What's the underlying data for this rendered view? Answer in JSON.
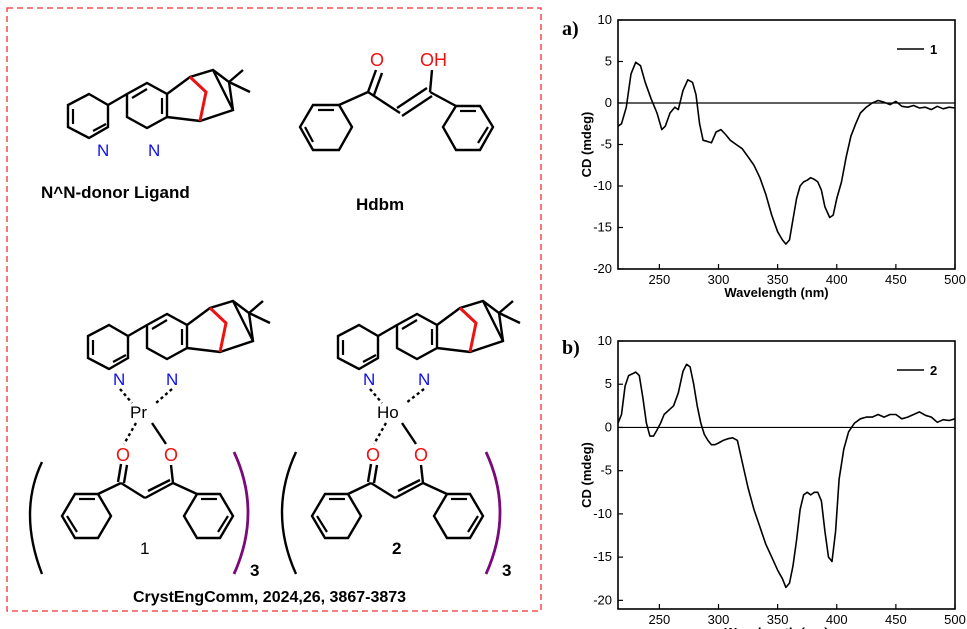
{
  "scheme": {
    "ligand_label": "N^N-donor Ligand",
    "hdbm_label": "Hdbm",
    "hdbm_atoms": {
      "carbonyl_o": "O",
      "enol_oh": "OH"
    },
    "complex_1": {
      "metal": "Pr",
      "label": "1",
      "subscript": "3"
    },
    "complex_2": {
      "metal": "Ho",
      "label": "2",
      "subscript": "3"
    },
    "atom_labels": {
      "nitrogen": "N",
      "oxygen": "O"
    },
    "citation": "CrystEngComm, 2024,26, 3867-3873",
    "colors": {
      "nitrogen": "#1010ee",
      "oxygen": "#ee1111",
      "bridge": "#ee1111",
      "bracket": "#7a0a7a",
      "border": "#ee3333"
    }
  },
  "chart_data": [
    {
      "type": "line",
      "panel_label": "a)",
      "legend_position": "top-right",
      "xlabel": "Wavelength (nm)",
      "ylabel": "CD (mdeg)",
      "xlim": [
        215,
        500
      ],
      "ylim": [
        -20,
        10
      ],
      "xticks": [
        250,
        300,
        350,
        400,
        450,
        500
      ],
      "yticks": [
        10,
        5,
        0,
        -5,
        -10,
        -15,
        -20
      ],
      "grid": false,
      "series": [
        {
          "name": "1",
          "x": [
            215,
            218,
            222,
            226,
            230,
            234,
            238,
            243,
            248,
            252,
            255,
            259,
            263,
            266,
            270,
            274,
            278,
            281,
            284,
            287,
            290,
            294,
            298,
            302,
            306,
            310,
            315,
            320,
            325,
            330,
            335,
            340,
            345,
            350,
            354,
            357,
            360,
            363,
            366,
            369,
            372,
            375,
            378,
            381,
            384,
            387,
            390,
            394,
            397,
            400,
            404,
            408,
            412,
            416,
            420,
            425,
            430,
            435,
            440,
            445,
            450,
            455,
            460,
            465,
            470,
            475,
            480,
            485,
            490,
            495,
            500
          ],
          "y": [
            -2.8,
            -2.5,
            -0.5,
            3.5,
            4.9,
            4.5,
            2.5,
            0.5,
            -1.2,
            -3.2,
            -2.8,
            -1.2,
            -0.5,
            -0.8,
            1.5,
            2.8,
            2.5,
            1.0,
            -2.5,
            -4.5,
            -4.6,
            -4.8,
            -3.5,
            -3.2,
            -3.8,
            -4.5,
            -5.0,
            -5.5,
            -6.5,
            -7.5,
            -9.0,
            -11.0,
            -13.5,
            -15.5,
            -16.5,
            -17.0,
            -16.5,
            -14.0,
            -11.5,
            -10.0,
            -9.5,
            -9.3,
            -9.0,
            -9.2,
            -9.5,
            -10.5,
            -12.5,
            -13.8,
            -13.5,
            -11.5,
            -9.5,
            -6.5,
            -4.0,
            -2.5,
            -1.2,
            -0.5,
            0.0,
            0.3,
            0.1,
            -0.2,
            0.2,
            -0.4,
            -0.5,
            -0.3,
            -0.6,
            -0.5,
            -0.8,
            -0.4,
            -0.7,
            -0.5,
            -0.6
          ]
        }
      ]
    },
    {
      "type": "line",
      "panel_label": "b)",
      "legend_position": "top-right",
      "xlabel": "Wavelength (nm)",
      "ylabel": "CD (mdeg)",
      "xlim": [
        215,
        500
      ],
      "ylim": [
        -21,
        10
      ],
      "xticks": [
        250,
        300,
        350,
        400,
        450,
        500
      ],
      "yticks": [
        10,
        5,
        0,
        -5,
        -10,
        -15,
        -20
      ],
      "grid": false,
      "series": [
        {
          "name": "2",
          "x": [
            215,
            218,
            221,
            224,
            227,
            230,
            233,
            236,
            239,
            242,
            245,
            248,
            251,
            254,
            258,
            262,
            266,
            270,
            273,
            276,
            279,
            282,
            285,
            288,
            291,
            294,
            297,
            300,
            304,
            308,
            312,
            316,
            320,
            325,
            330,
            335,
            340,
            345,
            350,
            354,
            357,
            360,
            363,
            366,
            369,
            372,
            375,
            378,
            381,
            384,
            387,
            390,
            393,
            396,
            399,
            402,
            406,
            410,
            415,
            420,
            425,
            430,
            435,
            440,
            445,
            450,
            455,
            460,
            465,
            470,
            475,
            480,
            485,
            490,
            495,
            500
          ],
          "y": [
            0.5,
            1.5,
            4.8,
            6.0,
            6.2,
            6.4,
            6.0,
            3.5,
            0.5,
            -1.0,
            -1.0,
            -0.3,
            0.5,
            1.5,
            2.0,
            2.5,
            4.0,
            6.5,
            7.3,
            7.0,
            5.0,
            2.5,
            0.5,
            -0.8,
            -1.5,
            -2.0,
            -2.0,
            -1.8,
            -1.5,
            -1.3,
            -1.2,
            -1.5,
            -4.0,
            -7.0,
            -9.5,
            -11.5,
            -13.5,
            -15.0,
            -16.5,
            -17.5,
            -18.5,
            -18.0,
            -16.0,
            -13.0,
            -9.5,
            -7.8,
            -7.5,
            -7.8,
            -7.5,
            -7.5,
            -8.5,
            -12.0,
            -15.0,
            -15.5,
            -12.0,
            -6.0,
            -2.5,
            -0.5,
            0.5,
            1.0,
            1.2,
            1.2,
            1.5,
            1.2,
            1.5,
            1.5,
            1.0,
            1.2,
            1.5,
            1.8,
            1.4,
            1.2,
            0.6,
            0.9,
            0.8,
            1.0
          ]
        }
      ]
    }
  ]
}
